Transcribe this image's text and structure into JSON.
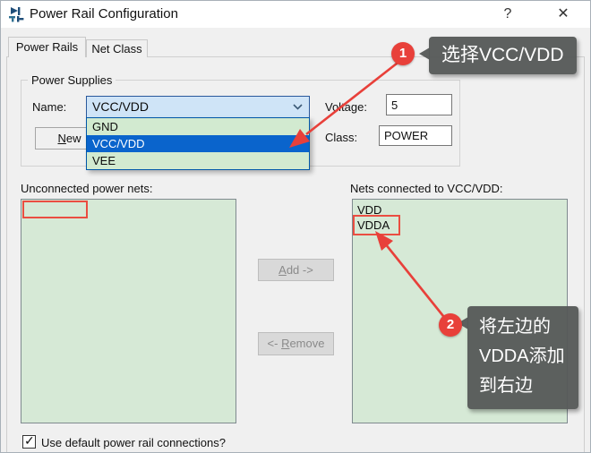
{
  "window": {
    "title": "Power Rail Configuration",
    "help_button": "?",
    "close_button": "✕"
  },
  "tabs": [
    {
      "label": "Power Rails",
      "active": true
    },
    {
      "label": "Net Class",
      "active": false
    }
  ],
  "power_supplies": {
    "group_label": "Power Supplies",
    "name_label": "Name:",
    "name_value": "VCC/VDD",
    "dropdown_options": [
      "GND",
      "VCC/VDD",
      "VEE"
    ],
    "selected_option": "VCC/VDD",
    "new_button": "New",
    "voltage_label": "Voltage:",
    "voltage_value": "5",
    "class_label": "Class:",
    "class_value": "POWER"
  },
  "nets": {
    "left_label": "Unconnected power nets:",
    "left_items": [],
    "right_label": "Nets connected to VCC/VDD:",
    "right_items": [
      "VDD",
      "VDDA"
    ],
    "add_button": "Add ->",
    "remove_prefix": "<- ",
    "remove_word": "Remove"
  },
  "footer": {
    "checkbox_label": "Use default power rail connections?",
    "checked": true,
    "checkmark": "✓"
  },
  "annotations": {
    "step1": {
      "number": "1",
      "tooltip": "选择VCC/VDD"
    },
    "step2": {
      "number": "2",
      "tooltip_lines": [
        "将左边的",
        "VDDA添加",
        "到右边"
      ]
    }
  },
  "colors": {
    "accent_red": "#e8403a",
    "highlight_rect_red": "#ea4d41",
    "tooltip_bg": "#565a58",
    "selection_blue": "#0a64cc",
    "combo_fill": "#cfe4f7",
    "combo_border": "#29589b",
    "dropdown_green": "#d2ead0",
    "listbox_green": "#d6e9d6",
    "dialog_bg": "#f0f0f0",
    "disabled_btn": "#d9d9d9"
  }
}
